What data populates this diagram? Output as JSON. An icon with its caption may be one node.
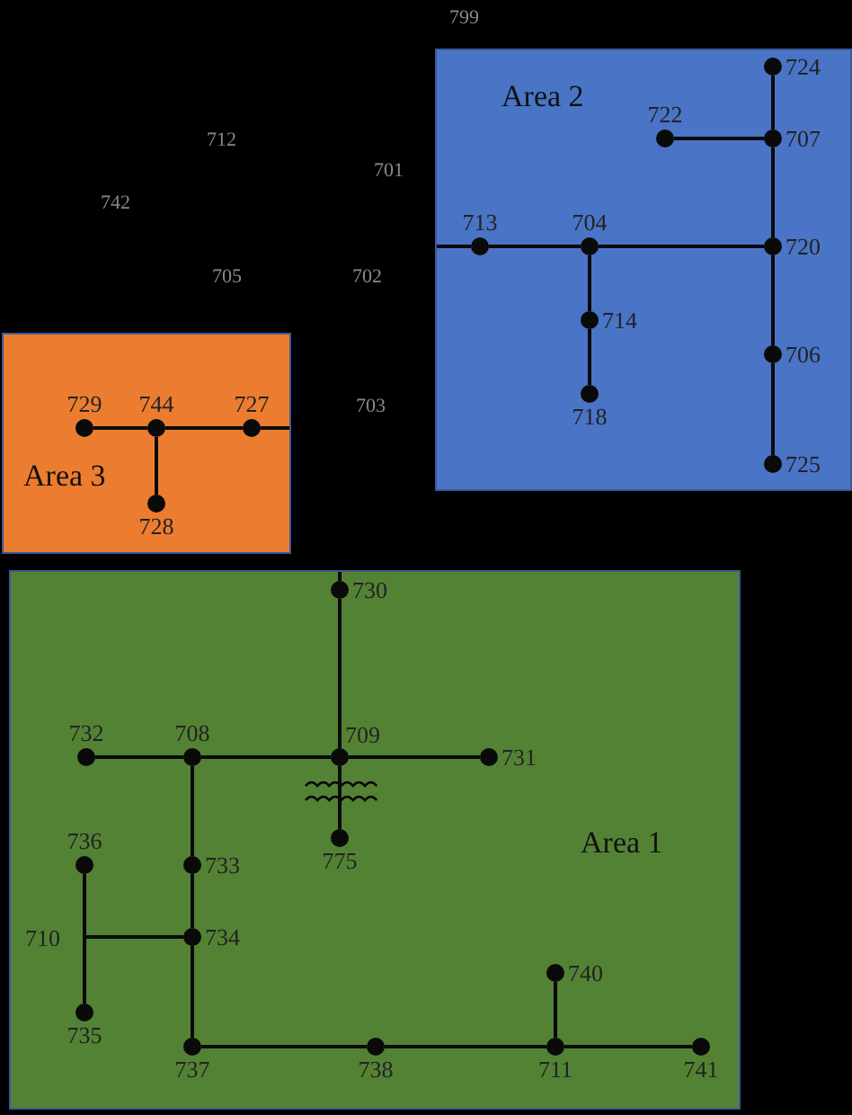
{
  "diagram": {
    "nodes": [
      {
        "text": [
          "Area 2"
        ]
      },
      {
        "text": [],
        "shape": "circle",
        "beside": [
          "724"
        ],
        "in": 0
      },
      {
        "text": [],
        "shape": "circle",
        "beside": [
          "722"
        ],
        "in": 0
      },
      {
        "text": [],
        "shape": "circle",
        "beside": [
          "707"
        ],
        "in": 0
      },
      {
        "text": [],
        "shape": "circle",
        "beside": [
          "713"
        ],
        "in": 0
      },
      {
        "text": [],
        "shape": "circle",
        "beside": [
          "704"
        ],
        "in": 0
      },
      {
        "text": [],
        "shape": "circle",
        "beside": [
          "720"
        ],
        "in": 0
      },
      {
        "text": [],
        "shape": "circle",
        "beside": [
          "714"
        ],
        "in": 0
      },
      {
        "text": [],
        "shape": "circle",
        "beside": [
          "706"
        ],
        "in": 0
      },
      {
        "text": [],
        "shape": "circle",
        "beside": [
          "718"
        ],
        "in": 0
      },
      {
        "text": [],
        "shape": "circle",
        "beside": [
          "725"
        ],
        "in": 0
      },
      {
        "text": [
          "Area 3"
        ]
      },
      {
        "text": [],
        "shape": "circle",
        "beside": [
          "729"
        ],
        "in": 11
      },
      {
        "text": [],
        "shape": "circle",
        "beside": [
          "744"
        ],
        "in": 11
      },
      {
        "text": [],
        "shape": "circle",
        "beside": [
          "727"
        ],
        "in": 11
      },
      {
        "text": [],
        "shape": "circle",
        "beside": [
          "728"
        ],
        "in": 11
      },
      {
        "text": [
          "Area 1"
        ]
      },
      {
        "text": [],
        "shape": "circle",
        "beside": [
          "730"
        ],
        "in": 16
      },
      {
        "text": [],
        "shape": "circle",
        "beside": [
          "732"
        ],
        "in": 16
      },
      {
        "text": [],
        "shape": "circle",
        "beside": [
          "708"
        ],
        "in": 16
      },
      {
        "text": [],
        "shape": "circle",
        "beside": [
          "709"
        ],
        "in": 16
      },
      {
        "text": [],
        "shape": "circle",
        "beside": [
          "731"
        ],
        "in": 16
      },
      {
        "text": [],
        "shape": "circle",
        "beside": [
          "775"
        ],
        "in": 16
      },
      {
        "text": [],
        "shape": "circle",
        "beside": [
          "736"
        ],
        "in": 16
      },
      {
        "text": [],
        "shape": "circle",
        "beside": [
          "733"
        ],
        "in": 16
      },
      {
        "text": [
          "710"
        ],
        "in": 16
      },
      {
        "text": [],
        "shape": "circle",
        "beside": [
          "734"
        ],
        "in": 16
      },
      {
        "text": [],
        "shape": "circle",
        "beside": [
          "740"
        ],
        "in": 16
      },
      {
        "text": [],
        "shape": "circle",
        "beside": [
          "735"
        ],
        "in": 16
      },
      {
        "text": [],
        "shape": "circle",
        "beside": [
          "737"
        ],
        "in": 16
      },
      {
        "text": [],
        "shape": "circle",
        "beside": [
          "738"
        ],
        "in": 16
      },
      {
        "text": [],
        "shape": "circle",
        "beside": [
          "711"
        ],
        "in": 16
      },
      {
        "text": [],
        "shape": "circle",
        "beside": [
          "741"
        ],
        "in": 16
      }
    ],
    "edges": [
      {
        "from": 1,
        "to": 3,
        "arrow": "none"
      },
      {
        "from": 2,
        "to": 3,
        "arrow": "none"
      },
      {
        "from": 3,
        "to": 6,
        "arrow": "none"
      },
      {
        "from": 6,
        "to": 8,
        "arrow": "none"
      },
      {
        "from": 8,
        "to": 10,
        "arrow": "none"
      },
      {
        "from": 4,
        "to": 5,
        "arrow": "none"
      },
      {
        "from": 5,
        "to": 6,
        "arrow": "none"
      },
      {
        "from": 5,
        "to": 7,
        "arrow": "none"
      },
      {
        "from": 7,
        "to": 9,
        "arrow": "none"
      },
      {
        "from": 4,
        "to": null,
        "arrow": "none"
      },
      {
        "from": 12,
        "to": 13,
        "arrow": "none"
      },
      {
        "from": 13,
        "to": 14,
        "arrow": "none"
      },
      {
        "from": 13,
        "to": 15,
        "arrow": "none"
      },
      {
        "from": 14,
        "to": null,
        "arrow": "none"
      },
      {
        "from": 17,
        "to": null,
        "arrow": "none"
      },
      {
        "from": 17,
        "to": 20,
        "arrow": "none"
      },
      {
        "from": 18,
        "to": 19,
        "arrow": "none"
      },
      {
        "from": 19,
        "to": 20,
        "arrow": "none"
      },
      {
        "from": 20,
        "to": 21,
        "arrow": "none"
      },
      {
        "from": 20,
        "to": 22,
        "arrow": "none"
      },
      {
        "from": 19,
        "to": 24,
        "arrow": "none"
      },
      {
        "from": 24,
        "to": 26,
        "arrow": "none"
      },
      {
        "from": 26,
        "to": 29,
        "arrow": "none"
      },
      {
        "from": 23,
        "to": 25,
        "arrow": "none"
      },
      {
        "from": 25,
        "to": 28,
        "arrow": "none"
      },
      {
        "from": 25,
        "to": 26,
        "arrow": "none"
      },
      {
        "from": 29,
        "to": 30,
        "arrow": "none"
      },
      {
        "from": 30,
        "to": 31,
        "arrow": "none"
      },
      {
        "from": 31,
        "to": 32,
        "arrow": "none"
      },
      {
        "from": 31,
        "to": 27,
        "arrow": "none"
      }
    ],
    "labels": [
      "799",
      "712",
      "742",
      "701",
      "705",
      "702",
      "703"
    ]
  }
}
